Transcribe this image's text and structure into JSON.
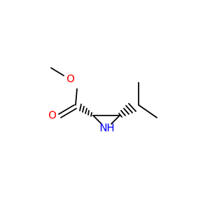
{
  "molecule": {
    "atoms": {
      "methoxy_oxygen": {
        "label": "O",
        "color": "#ff0000"
      },
      "carbonyl_oxygen": {
        "label": "O",
        "color": "#ff0000"
      },
      "ring_nitrogen": {
        "label": "N",
        "color": "#0000ff"
      },
      "ring_nitrogen_hydrogen": {
        "label": "H",
        "color": "#0000ff"
      }
    },
    "bond_color": "#000000",
    "stereo_bonds": [
      "hashed-wedge",
      "hashed-wedge"
    ]
  }
}
